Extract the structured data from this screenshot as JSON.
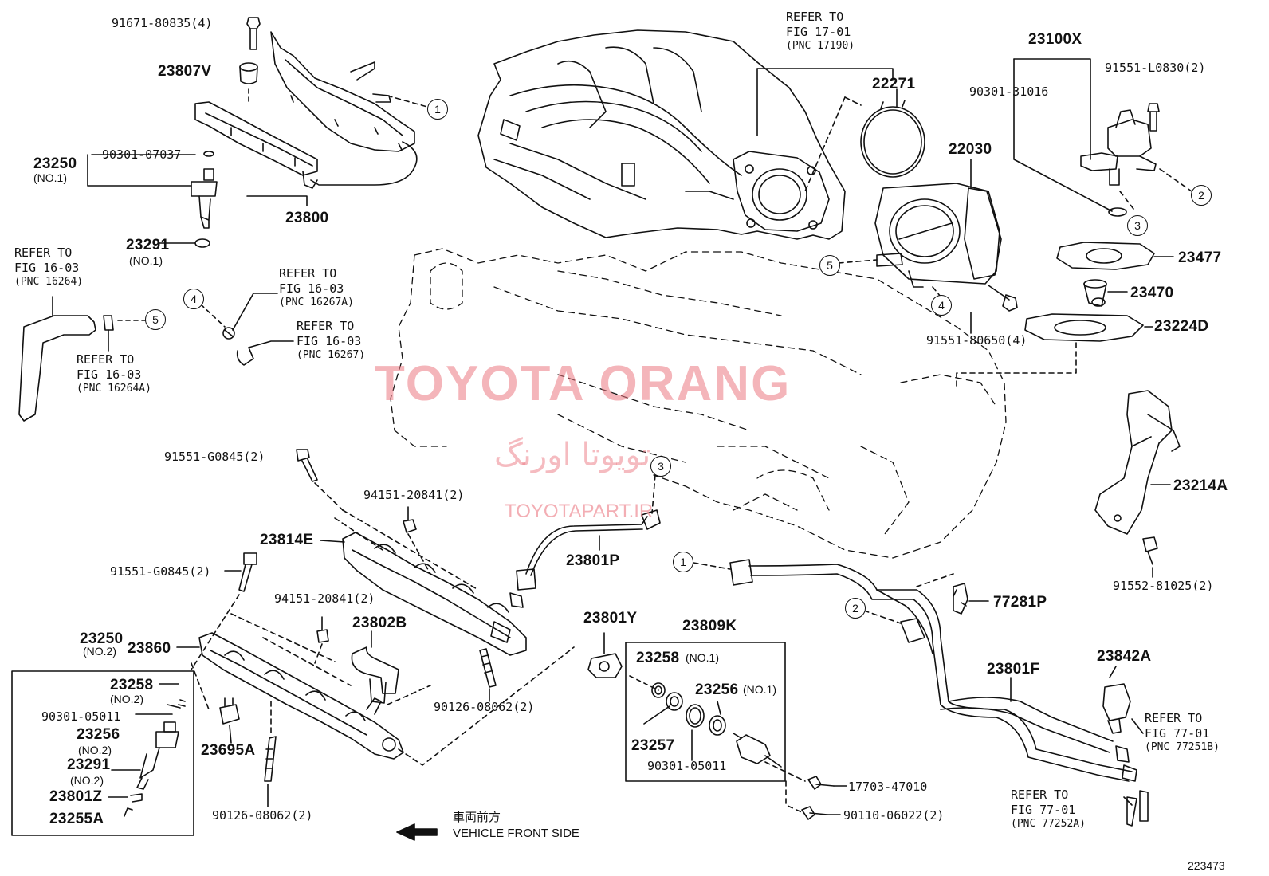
{
  "labels": {
    "l_91671_80835": "91671-80835(4)",
    "l_23807V": "23807V",
    "l_23250_a": "23250",
    "l_no1_a": "(NO.1)",
    "l_90301_07037": "90301-07037",
    "l_23800": "23800",
    "l_23291_a": "23291",
    "l_no1_b": "(NO.1)",
    "l_22271": "22271",
    "l_22030": "22030",
    "l_23100X": "23100X",
    "l_91551_L0830": "91551-L0830(2)",
    "l_90301_31016": "90301-31016",
    "l_23477": "23477",
    "l_23470": "23470",
    "l_23224D": "23224D",
    "l_91551_80650": "91551-80650(4)",
    "l_23214A": "23214A",
    "l_91552_81025": "91552-81025(2)",
    "l_91551_G0845_a": "91551-G0845(2)",
    "l_94151_20841_a": "94151-20841(2)",
    "l_23814E": "23814E",
    "l_23801P": "23801P",
    "l_91551_G0845_b": "91551-G0845(2)",
    "l_94151_20841_b": "94151-20841(2)",
    "l_23802B": "23802B",
    "l_23250_b": "23250",
    "l_no2_a": "(NO.2)",
    "l_23860": "23860",
    "l_23258_a": "23258",
    "l_no2_b": "(NO.2)",
    "l_90301_05011_a": "90301-05011",
    "l_23256_a": "23256",
    "l_no2_c": "(NO.2)",
    "l_23291_b": "23291",
    "l_no2_d": "(NO.2)",
    "l_23801Z": "23801Z",
    "l_23255A": "23255A",
    "l_23695A": "23695A",
    "l_90126_08062_a": "90126-08062(2)",
    "l_90126_08062_b": "90126-08062(2)",
    "l_23801Y": "23801Y",
    "l_23809K": "23809K",
    "l_23258_b": "23258",
    "l_no1_c": "(NO.1)",
    "l_23256_b": "23256",
    "l_no1_d": "(NO.1)",
    "l_23257": "23257",
    "l_90301_05011_b": "90301-05011",
    "l_17703_47010": "17703-47010",
    "l_90110_06022": "90110-06022(2)",
    "l_77281P": "77281P",
    "l_23801F": "23801F",
    "l_23842A": "23842A"
  },
  "refs": {
    "r1": [
      "REFER TO",
      "FIG 17-01",
      "(PNC 17190)"
    ],
    "r2": [
      "REFER TO",
      "FIG 16-03",
      "(PNC 16264)"
    ],
    "r3": [
      "REFER TO",
      "FIG 16-03",
      "(PNC 16267A)"
    ],
    "r4": [
      "REFER TO",
      "FIG 16-03",
      "(PNC 16267)"
    ],
    "r5": [
      "REFER TO",
      "FIG 16-03",
      "(PNC 16264A)"
    ],
    "r6": [
      "REFER TO",
      "FIG 77-01",
      "(PNC 77251B)"
    ],
    "r7": [
      "REFER TO",
      "FIG 77-01",
      "(PNC 77252A)"
    ]
  },
  "callouts": {
    "c1a": "1",
    "c1b": "1",
    "c2a": "2",
    "c2b": "2",
    "c3a": "3",
    "c3b": "3",
    "c4a": "4",
    "c4b": "4",
    "c5a": "5",
    "c5b": "5"
  },
  "watermark": {
    "brand": "TOYOTA ORANG",
    "persian": "تویوتا اورنگ",
    "site": "TOYOTAPART.IR"
  },
  "front_note": {
    "jp": "車両前方",
    "en": "VEHICLE FRONT SIDE"
  },
  "figure_number": "223473",
  "colors": {
    "line": "#111111",
    "watermark": "#eb7882"
  }
}
